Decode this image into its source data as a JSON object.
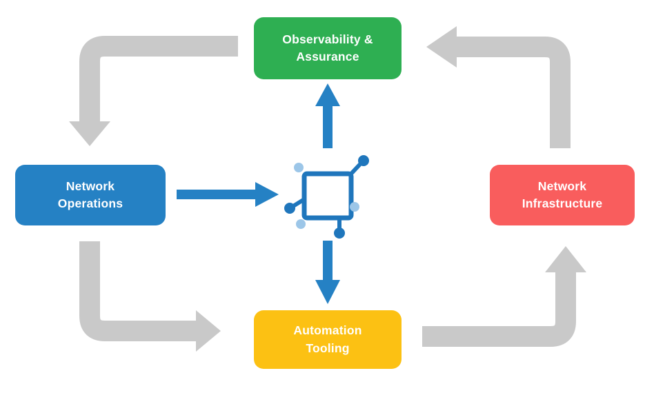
{
  "nodes": {
    "observability": {
      "lines": [
        "Observability &",
        "Assurance"
      ],
      "color": "#2EAF52"
    },
    "operations": {
      "lines": [
        "Network",
        "Operations"
      ],
      "color": "#2581C4"
    },
    "infrastructure": {
      "lines": [
        "Network",
        "Infrastructure"
      ],
      "color": "#F95D5D"
    },
    "automation": {
      "lines": [
        "Automation",
        "Tooling"
      ],
      "color": "#FCC113"
    }
  },
  "icons": {
    "center": "network-automation-icon"
  },
  "colors": {
    "background": "#FFFFFF",
    "arrow_gray": "#C9C9C9",
    "arrow_blue": "#2581C4",
    "icon_dark": "#1F76BC",
    "icon_light": "#9CC6E8",
    "text": "#FFFFFF"
  }
}
